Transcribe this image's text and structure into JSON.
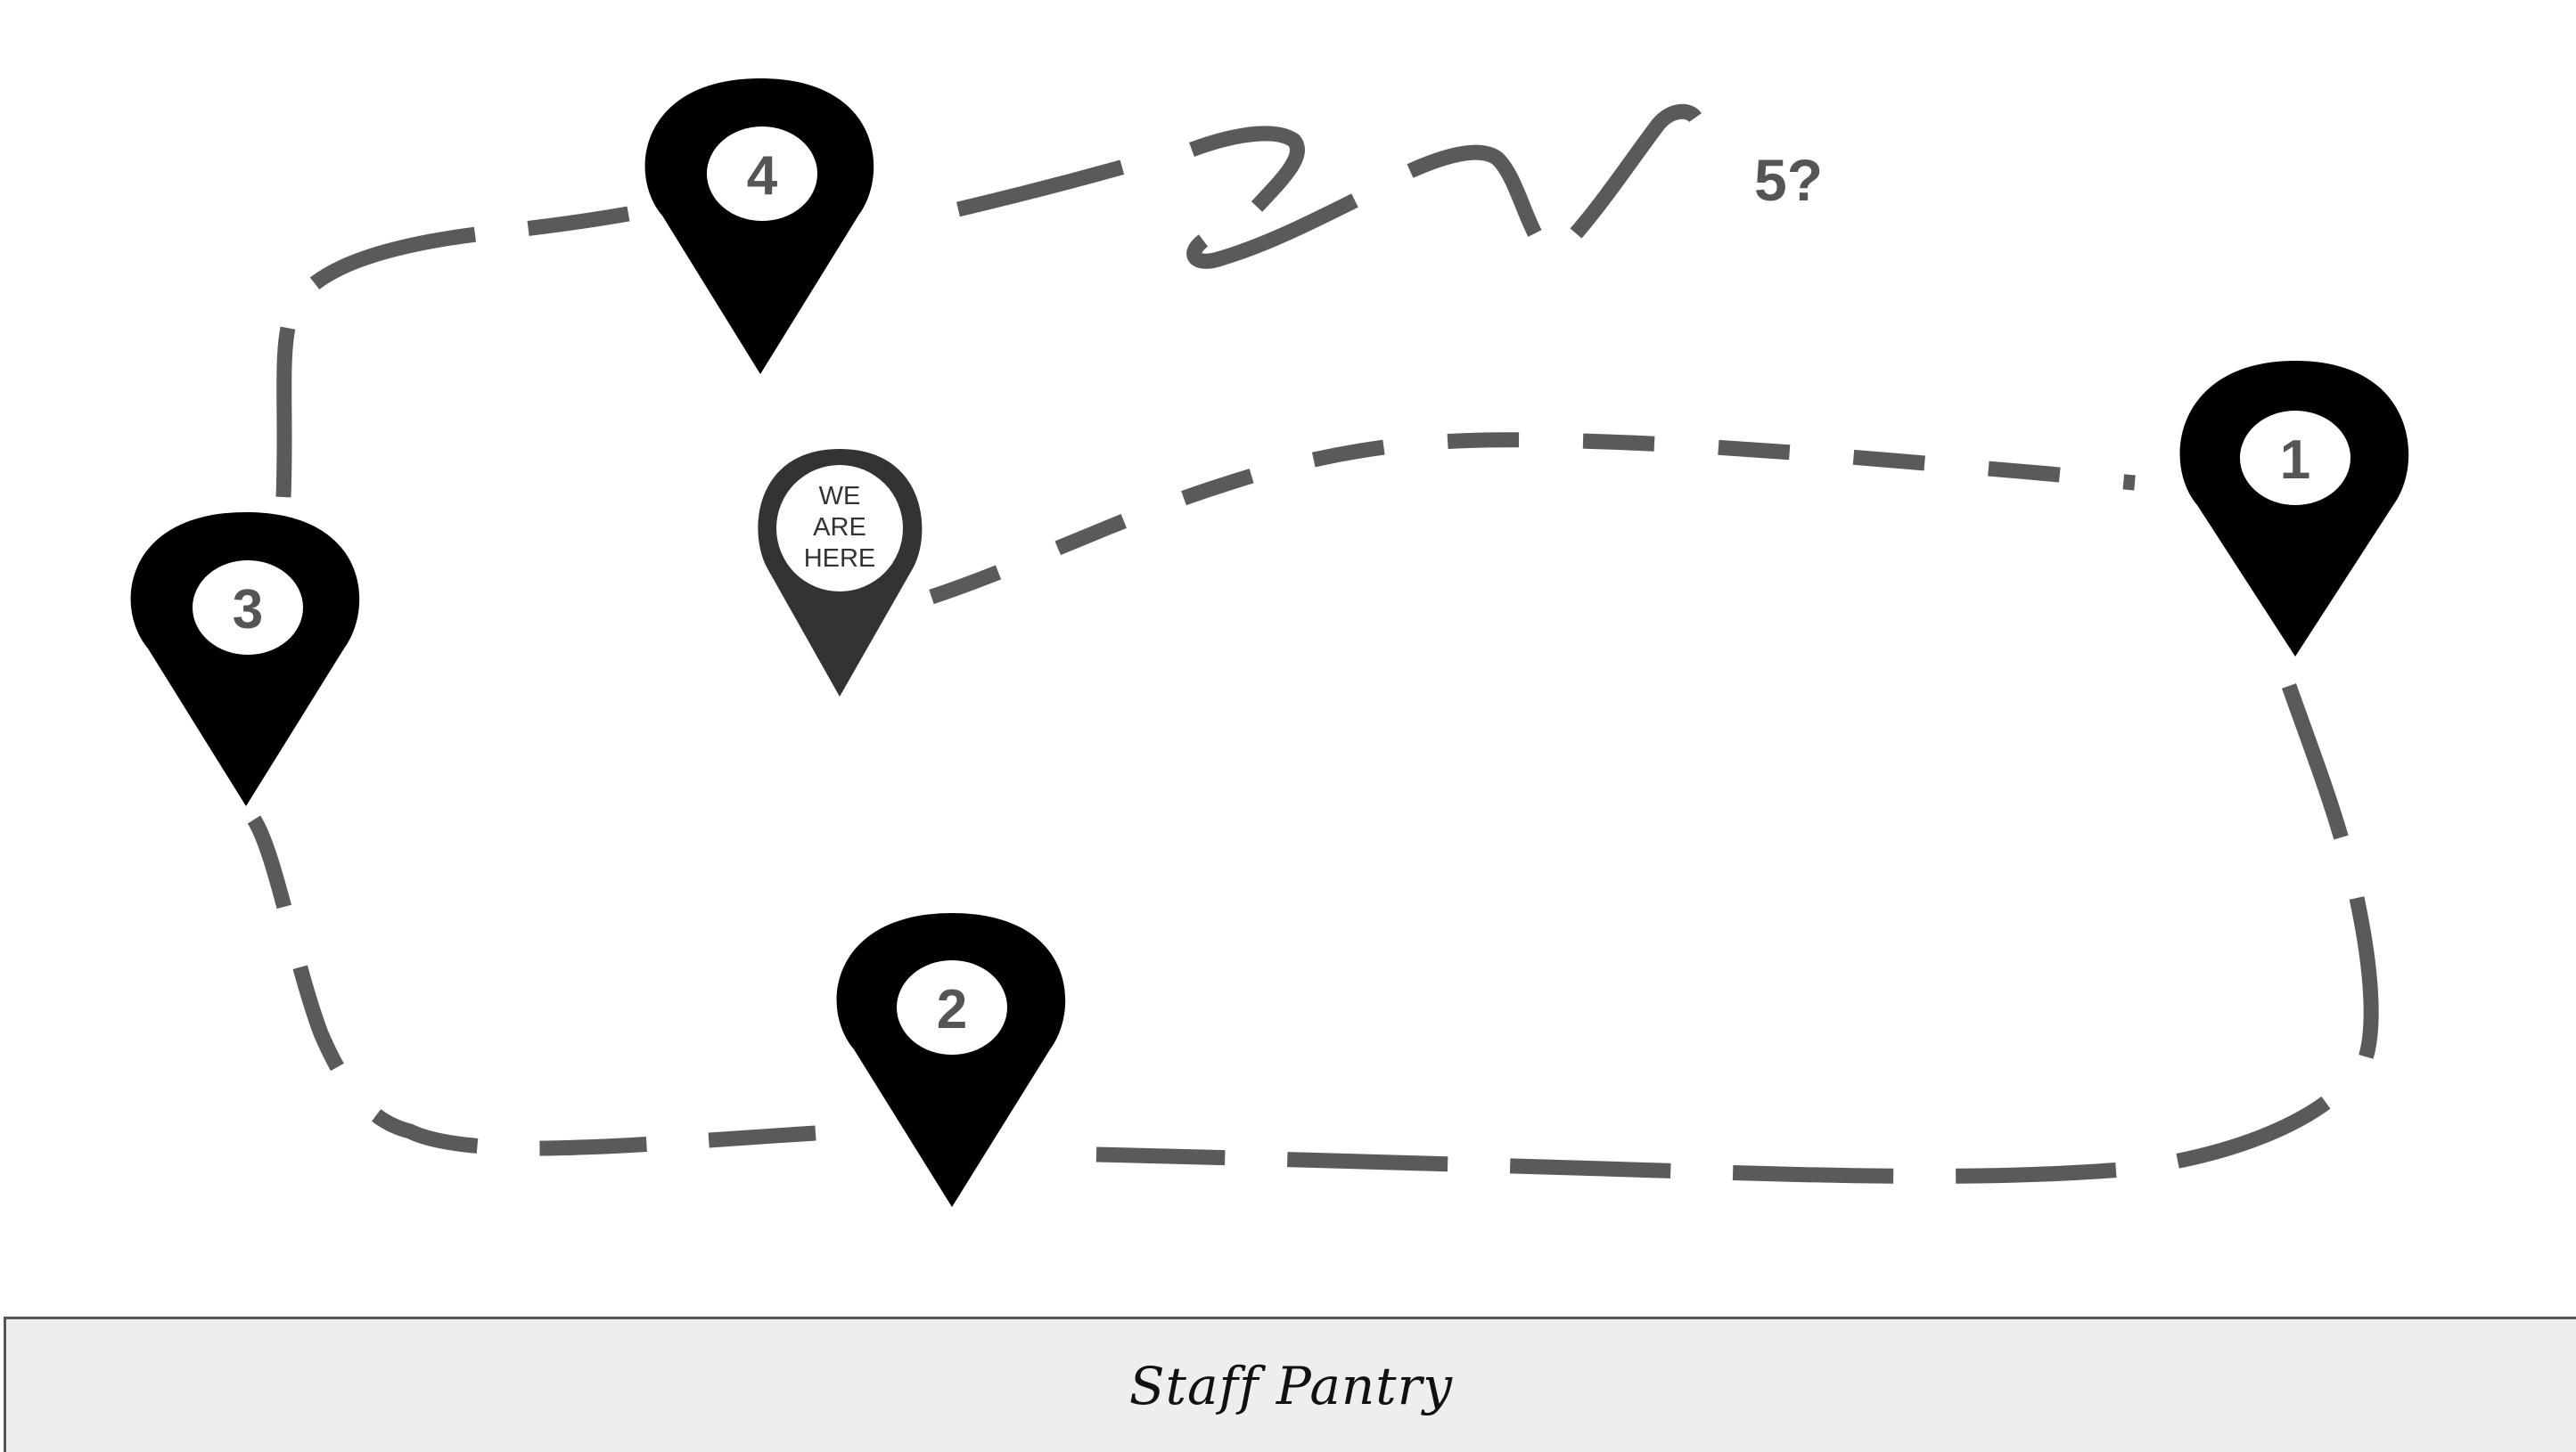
{
  "route_color": "#5a5a5a",
  "pin_color": "#000000",
  "here_pin_color": "#333333",
  "footer_bg": "#eeeeee",
  "pins": {
    "pin1": {
      "label": "1"
    },
    "pin2": {
      "label": "2"
    },
    "pin3": {
      "label": "3"
    },
    "pin4": {
      "label": "4"
    }
  },
  "here": {
    "line1": "WE",
    "line2": "ARE",
    "line3": "HERE"
  },
  "mystery_label": "5?",
  "footer": {
    "label": "Staff Pantry"
  }
}
